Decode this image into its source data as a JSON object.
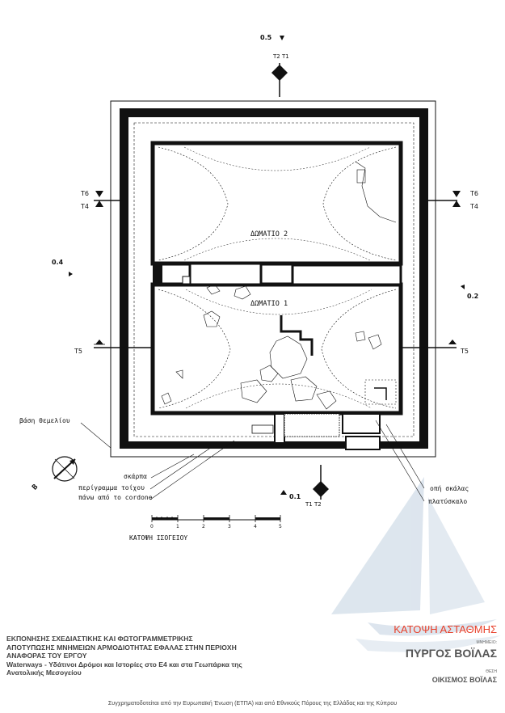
{
  "drawing": {
    "north_marker": "0.5",
    "south_marker": "0.1",
    "west_marker": "0.4",
    "east_marker": "0.2",
    "section_top": "T2 T1",
    "section_bottom": "T1 T2",
    "section_left_upper_a": "T6",
    "section_left_upper_b": "T4",
    "section_right_upper_a": "T6",
    "section_right_upper_b": "T4",
    "section_left_lower": "T5",
    "section_right_lower": "T5",
    "room_upper": "ΔΩΜΑΤΙΟ 2",
    "room_lower": "ΔΩΜΑΤΙΟ 1",
    "foundation_label": "βάση θεμελίου",
    "skarpa_label": "σκάρπα",
    "perimeter_label_1": "περίγραμμα τοίχου",
    "perimeter_label_2": "πάνω από το cordone",
    "opi_skalas_label": "οπή σκάλας",
    "platyskalo_label": "πλατύσκαλο",
    "scale_ticks": [
      "0",
      "1",
      "2",
      "3",
      "4",
      "5"
    ],
    "scale_caption": "ΚΑΤΟΨΗ ΙΣΟΓΕΙΟΥ",
    "compass_letter": "Β"
  },
  "title_block": {
    "desc_lines": [
      "ΕΚΠΟΝΗΣΗΣ ΣΧΕΔΙΑΣΤΙΚΗΣ ΚΑΙ ΦΩΤΟΓΡΑΜΜΕΤΡΙΚΗΣ",
      "ΑΠΟΤΥΠΩΣΗΣ ΜΝΗΜΕΙΩΝ ΑΡΜΟΔΙΟΤΗΤΑΣ ΕΦΑΛΑΣ ΣΤΗΝ ΠΕΡΙΟΧΗ",
      "ΑΝΑΦΟΡΑΣ ΤΟΥ ΕΡΓΟΥ",
      "Waterways -  Υδάτινοι Δρόμοι και Ιστορίες στο Ε4 και στα Γεωπάρκα της",
      "Ανατολικής Μεσογείου"
    ],
    "drawing_title": "ΚΑΤΟΨΗ ΑΣΤΑΘΜΗΣ",
    "monument_caption": "ΜΝΗΜΕΙΟ:",
    "monument_name": "ΠΥΡΓΟΣ ΒΟΪΛΑΣ",
    "location_caption": "ΘΕΣΗ",
    "location_name": "ΟΙΚΙΣΜΟΣ ΒΟΪΛΑΣ",
    "funding_note": "Συγχρηματοδοτείται από την Ευρωπαϊκή Ένωση (ΕΤΠΑ) και από Εθνικούς Πόρους της Ελλάδας και της Κύπρου"
  },
  "colors": {
    "ink": "#111111",
    "title_red": "#e8402a",
    "desc_grey": "#444444",
    "name_grey": "#555555",
    "watermark_blue": "#9fb7cf"
  }
}
